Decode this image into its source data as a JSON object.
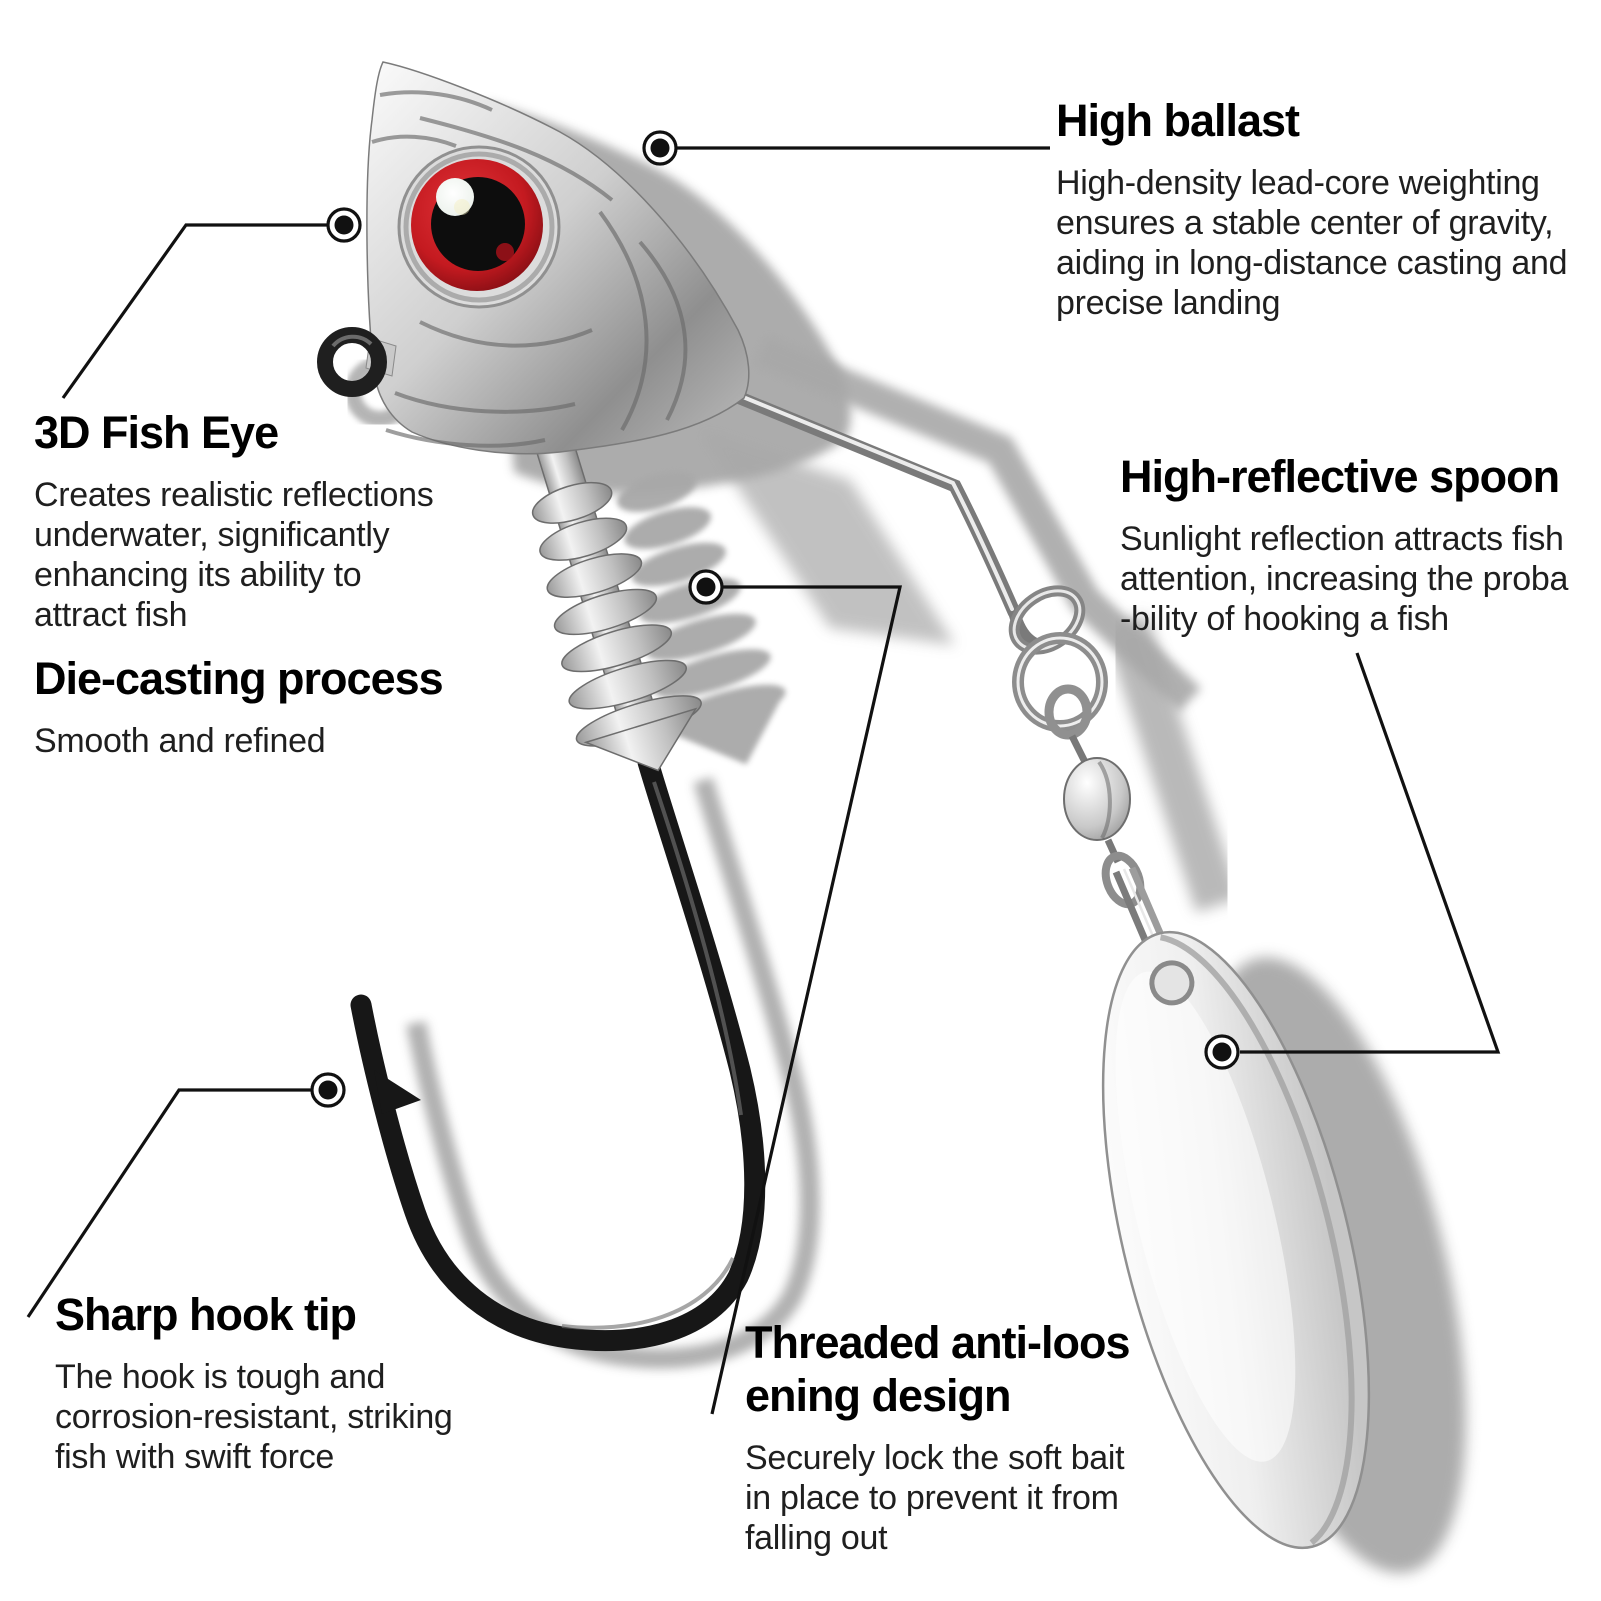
{
  "colors": {
    "text": "#000000",
    "body_text": "#1f1f1f",
    "line": "#111111",
    "eye_red": "#c41a20",
    "shadow": "#a8a8a8",
    "hook_black": "#171717",
    "metal_light": "#fbfbfb",
    "metal_mid": "#cfcfcf",
    "metal_dark": "#8f8f8f",
    "background": "#ffffff"
  },
  "callouts": {
    "high_ballast": {
      "title": "High ballast",
      "body": "High-density lead-core weighting\nensures a stable center of gravity,\naiding in long-distance casting and\nprecise landing"
    },
    "fish_eye": {
      "title": "3D Fish Eye",
      "body": "Creates realistic reflections\nunderwater, significantly\nenhancing its ability to\nattract fish"
    },
    "die_casting": {
      "title": "Die-casting process",
      "body": "Smooth and refined"
    },
    "spoon": {
      "title": "High-reflective spoon",
      "body": "Sunlight reflection attracts fish\nattention, increasing the proba\n-bility of hooking a fish"
    },
    "hook_tip": {
      "title": "Sharp hook tip",
      "body": "The hook is tough and\ncorrosion-resistant, striking\nfish with swift force"
    },
    "threaded": {
      "title": "Threaded anti-loos\nening design",
      "body": "Securely lock the soft bait\nin place to prevent it from\nfalling out"
    }
  }
}
